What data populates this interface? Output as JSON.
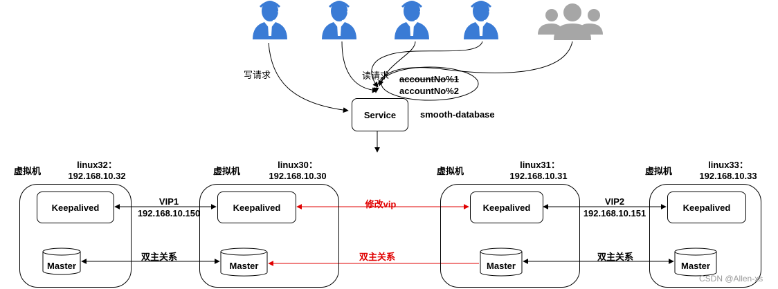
{
  "users": {
    "write_label": "写请求",
    "read_label": "读请求",
    "group_icon": "users-group-icon",
    "person_icon": "person-headset-icon",
    "person_color": "#3a7bd5",
    "group_color": "#a6a6a6"
  },
  "routing": {
    "rule_struck": "accountNo%1",
    "rule_active": "accountNo%2"
  },
  "service": {
    "label": "Service",
    "caption": "smooth-database"
  },
  "vms": [
    {
      "tag": "虚拟机",
      "host": "linux32：",
      "ip": "192.168.10.32",
      "keepalived": "Keepalived",
      "master": "Master"
    },
    {
      "tag": "虚拟机",
      "host": "linux30：",
      "ip": "192.168.10.30",
      "keepalived": "Keepalived",
      "master": "Master"
    },
    {
      "tag": "虚拟机",
      "host": "linux31：",
      "ip": "192.168.10.31",
      "keepalived": "Keepalived",
      "master": "Master"
    },
    {
      "tag": "虚拟机",
      "host": "linux33：",
      "ip": "192.168.10.33",
      "keepalived": "Keepalived",
      "master": "Master"
    }
  ],
  "links": {
    "vip1_label": "VIP1",
    "vip1_ip": "192.168.10.150",
    "vip2_label": "VIP2",
    "vip2_ip": "192.168.10.151",
    "modify_vip": "修改vip",
    "dual_master_left": "双主关系",
    "dual_master_middle": "双主关系",
    "dual_master_right": "双主关系",
    "highlight_color": "#e00000"
  },
  "watermark": "CSDN @Allen-xs"
}
